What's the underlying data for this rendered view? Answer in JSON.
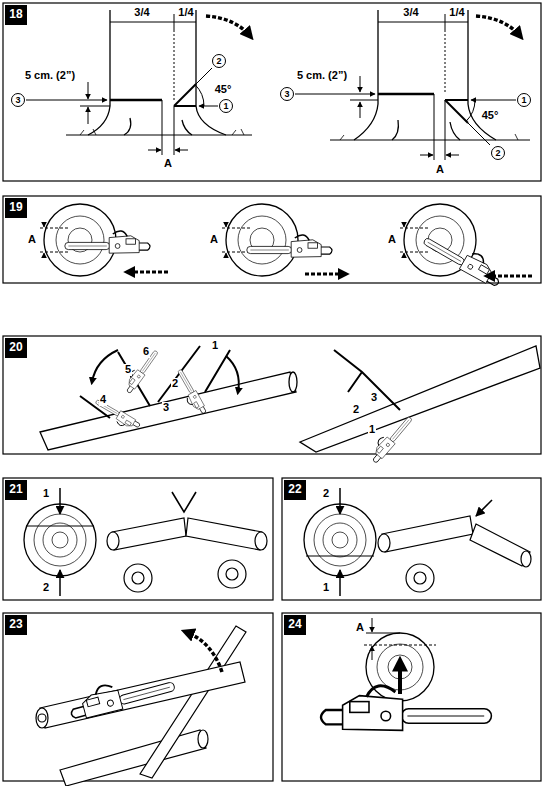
{
  "diagram": {
    "nodes": [
      {
        "text": [
          "18"
        ]
      },
      {
        "text": [
          "2"
        ]
      },
      {
        "text": [
          "3"
        ]
      },
      {
        "text": [
          "1"
        ]
      },
      {
        "text": [
          "3"
        ]
      },
      {
        "text": [
          "1"
        ]
      },
      {
        "text": [
          "2"
        ]
      },
      {
        "text": [
          "19"
        ]
      },
      {
        "text": [
          "20"
        ]
      },
      {
        "text": [
          "21"
        ]
      },
      {
        "text": [
          "22"
        ]
      },
      {
        "text": [
          "23"
        ]
      },
      {
        "text": [
          "24"
        ]
      }
    ],
    "edges": [],
    "labels": [
      "3/4",
      "1/4",
      "5 cm. (2”)",
      "45°",
      "A",
      "3/4",
      "1/4",
      "5 cm. (2”)",
      "45°",
      "A",
      "A",
      "A",
      "A",
      "6",
      "1",
      "5",
      "2",
      "4",
      "3",
      "3",
      "2",
      "1",
      "1",
      "2",
      "2",
      "1",
      "A"
    ]
  }
}
